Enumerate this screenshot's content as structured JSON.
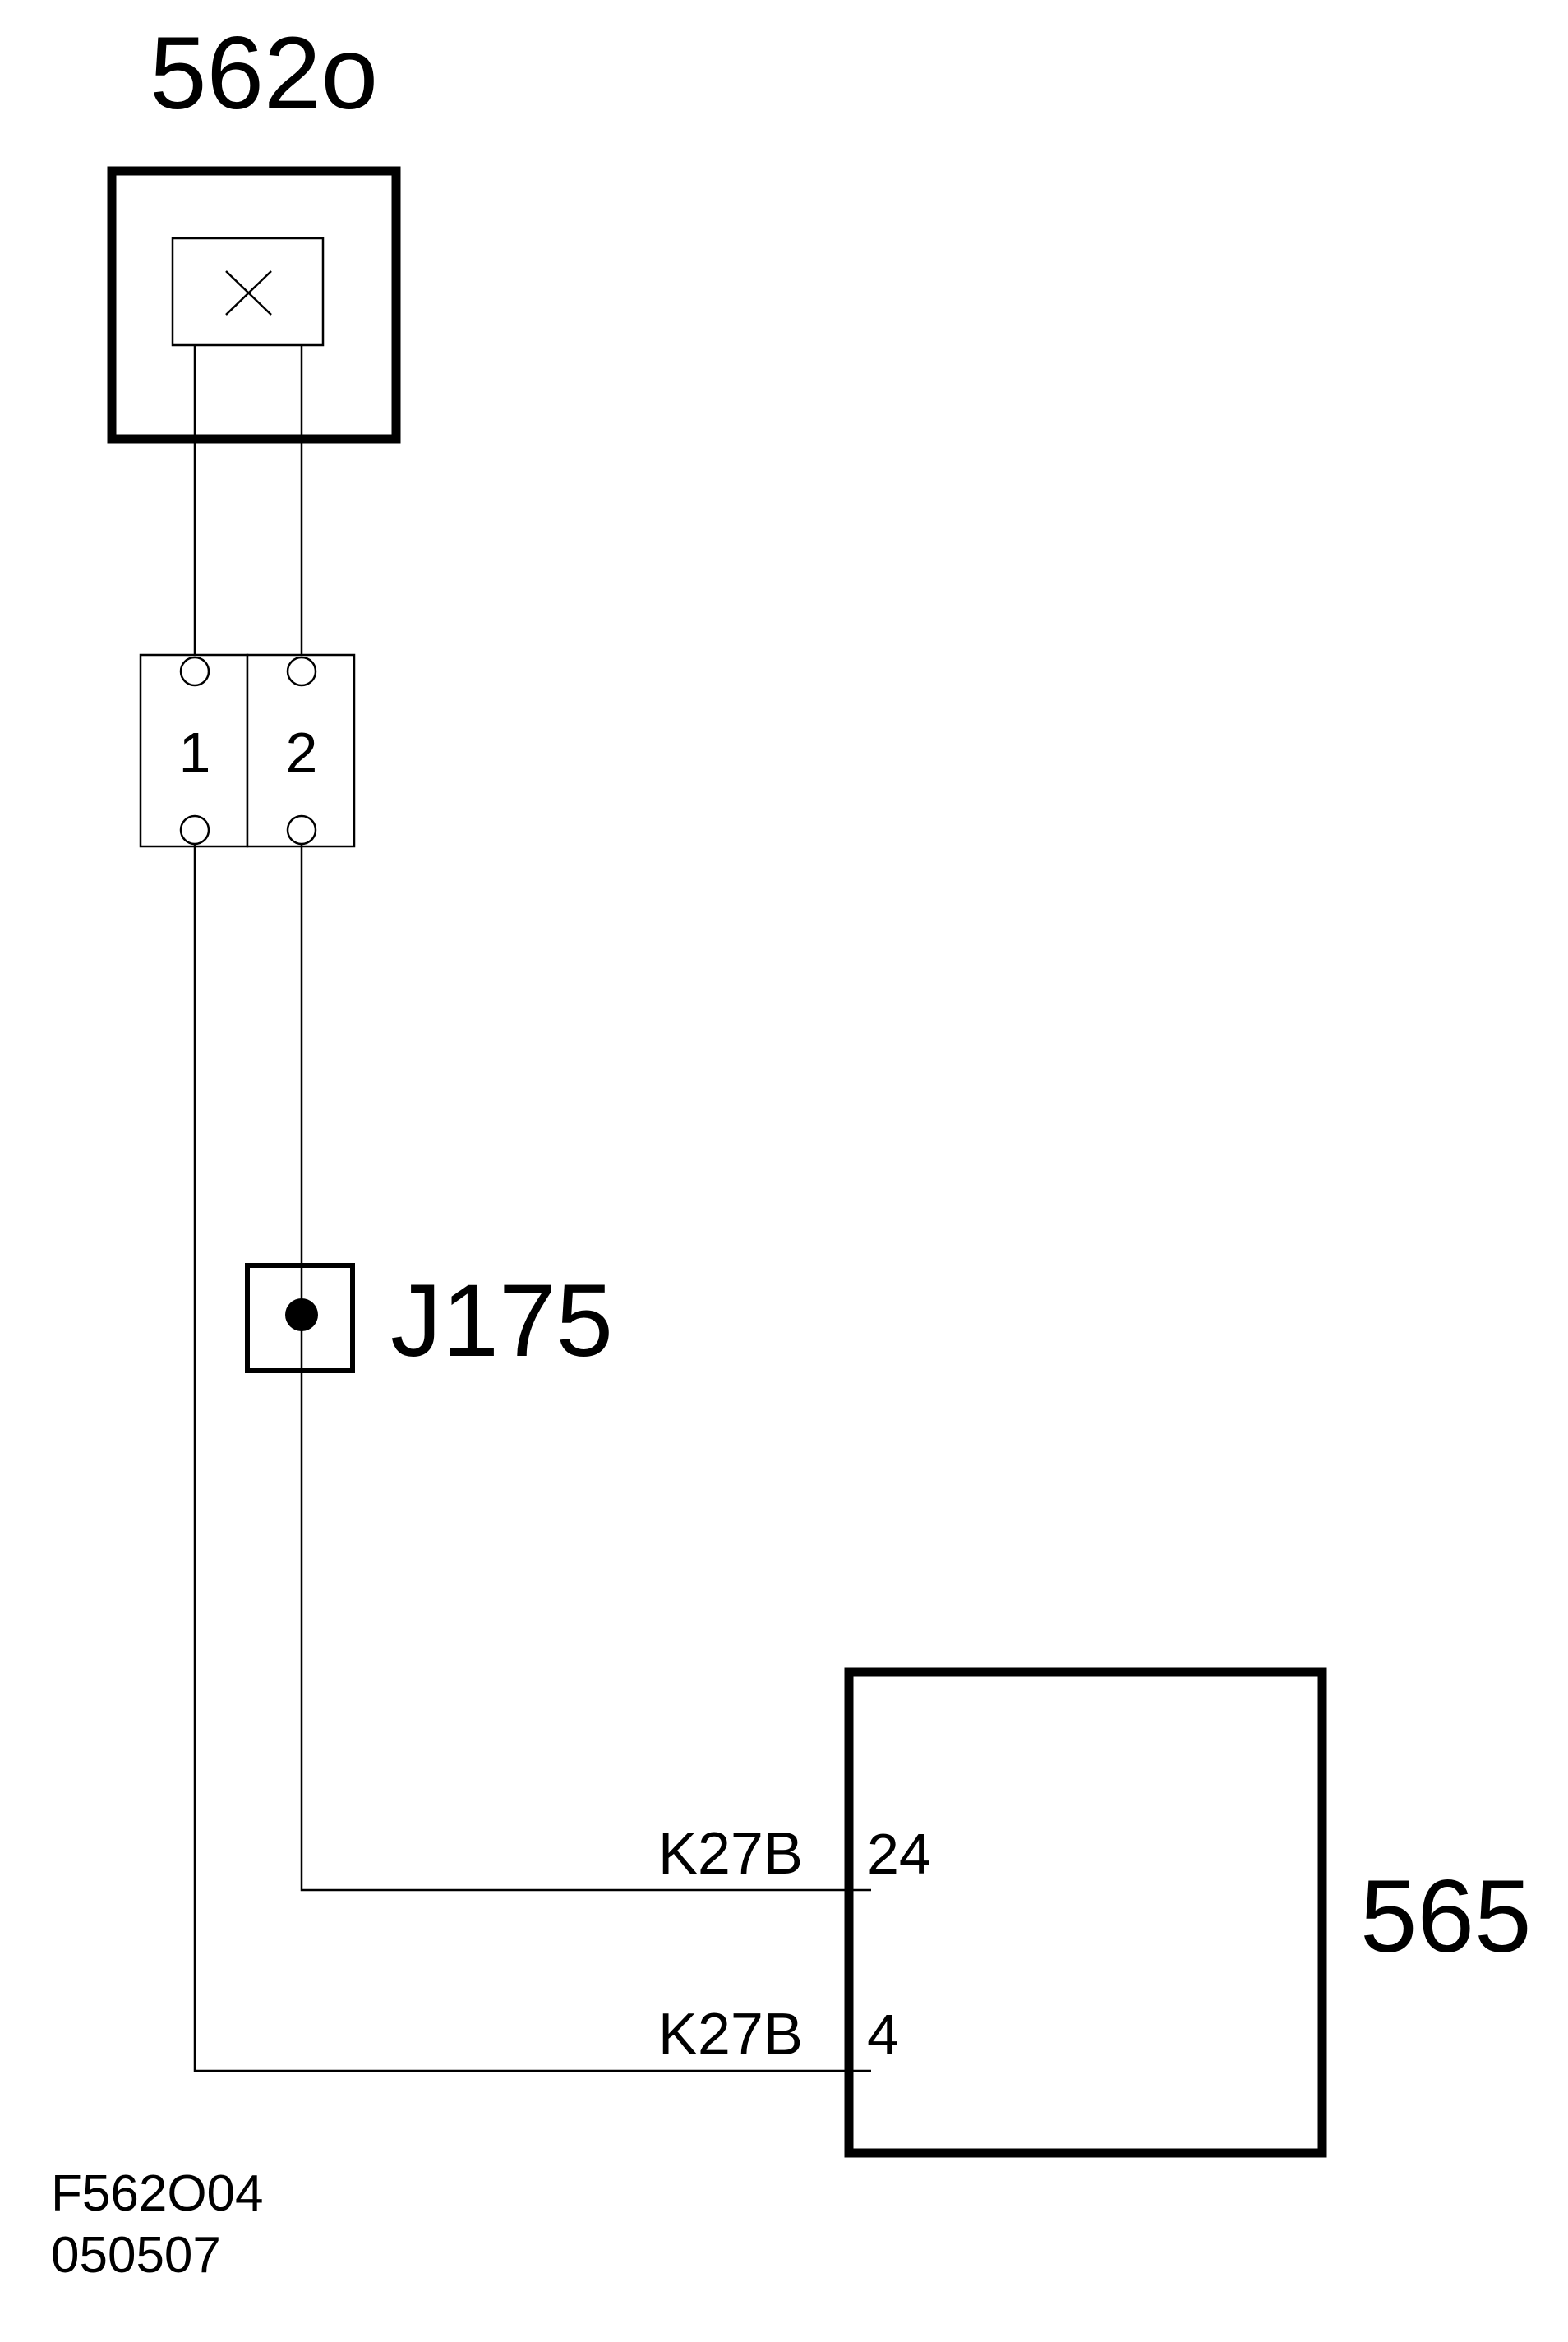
{
  "components": {
    "top_component": {
      "label": "562o"
    },
    "connector": {
      "pins": [
        "1",
        "2"
      ]
    },
    "junction": {
      "label": "J175"
    },
    "ecu": {
      "label": "565"
    }
  },
  "wires": [
    {
      "label": "K27B",
      "pin": "24"
    },
    {
      "label": "K27B",
      "pin": "4"
    }
  ],
  "footer": {
    "code": "F562O04",
    "date": "050507"
  }
}
